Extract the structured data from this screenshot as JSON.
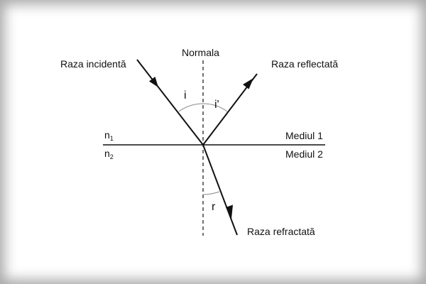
{
  "labels": {
    "normal": "Normala",
    "incident_ray": "Raza incidentă",
    "reflected_ray": "Raza reflectată",
    "refracted_ray": "Raza refractată",
    "medium1": "Mediul 1",
    "medium2": "Mediul 2",
    "n1_base": "n",
    "n1_sub": "1",
    "n2_base": "n",
    "n2_sub": "2",
    "angle_incidence": "i",
    "angle_reflection": "i'",
    "angle_refraction": "r"
  },
  "colors": {
    "line": "#111111",
    "arc": "#777777",
    "background": "#ffffff"
  }
}
